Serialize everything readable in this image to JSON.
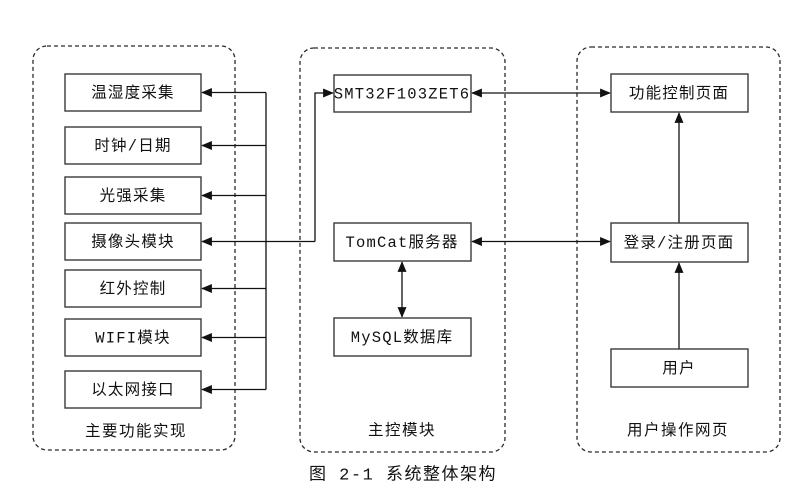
{
  "diagram": {
    "caption": "图 2-1 系统整体架构",
    "groups": [
      {
        "label": "主要功能实现",
        "boxes": [
          "温湿度采集",
          "时钟/日期",
          "光强采集",
          "摄像头模块",
          "红外控制",
          "WIFI模块",
          "以太网接口"
        ]
      },
      {
        "label": "主控模块",
        "boxes": [
          "SMT32F103ZET6",
          "TomCat服务器",
          "MySQL数据库"
        ]
      },
      {
        "label": "用户操作网页",
        "boxes": [
          "功能控制页面",
          "登录/注册页面",
          "用户"
        ]
      }
    ],
    "edges": [
      "SMT32F103ZET6 -> 温湿度采集",
      "SMT32F103ZET6 -> 时钟/日期",
      "SMT32F103ZET6 -> 光强采集",
      "SMT32F103ZET6 -> 摄像头模块",
      "SMT32F103ZET6 -> 红外控制",
      "SMT32F103ZET6 -> WIFI模块",
      "SMT32F103ZET6 -> 以太网接口",
      "SMT32F103ZET6 <-> 功能控制页面",
      "TomCat服务器 <-> 登录/注册页面",
      "TomCat服务器 <-> MySQL数据库",
      "登录/注册页面 -> 功能控制页面",
      "用户 -> 登录/注册页面"
    ],
    "colors": {
      "background": "#ffffff",
      "line": "#111111",
      "box_border": "#3a3a3a",
      "container_border": "#2b2b2b",
      "text": "#111111"
    }
  }
}
